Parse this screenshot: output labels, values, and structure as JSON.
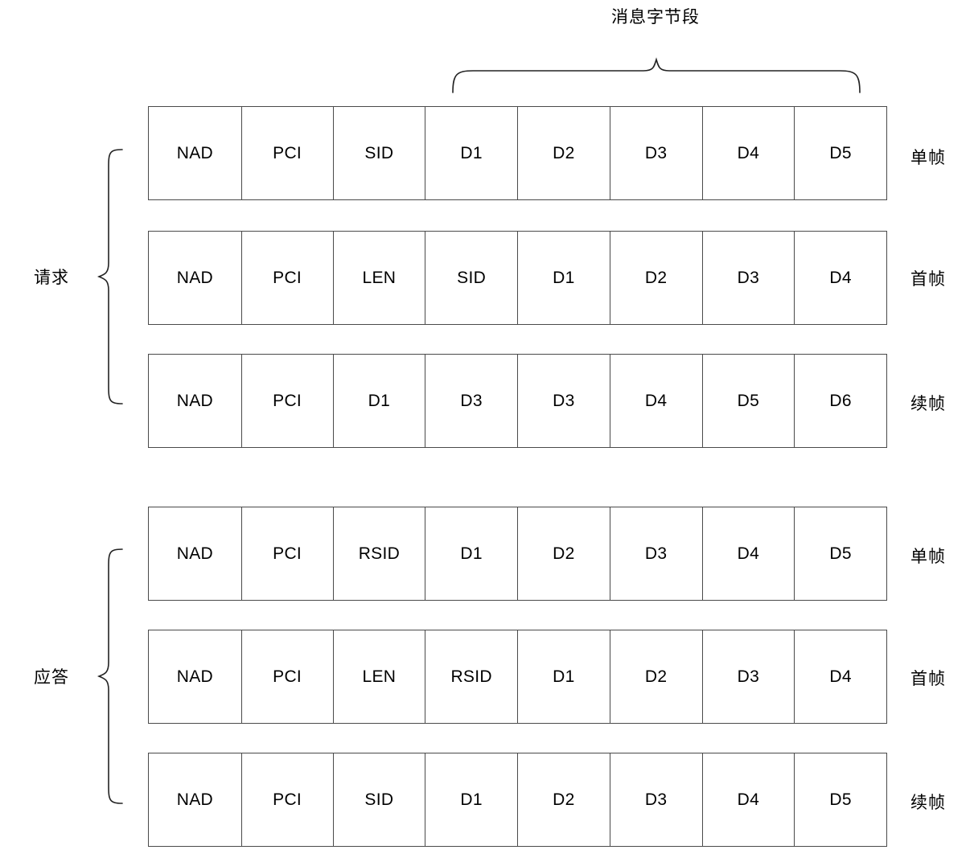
{
  "title": "消息字节段",
  "groups": [
    {
      "id": "request",
      "label": "请求",
      "rows": [
        {
          "id": "request-single-frame",
          "type_label": "单帧",
          "cells": [
            "NAD",
            "PCI",
            "SID",
            "D1",
            "D2",
            "D3",
            "D4",
            "D5"
          ]
        },
        {
          "id": "request-first-frame",
          "type_label": "首帧",
          "cells": [
            "NAD",
            "PCI",
            "LEN",
            "SID",
            "D1",
            "D2",
            "D3",
            "D4"
          ]
        },
        {
          "id": "request-consecutive-frame",
          "type_label": "续帧",
          "cells": [
            "NAD",
            "PCI",
            "D1",
            "D3",
            "D3",
            "D4",
            "D5",
            "D6"
          ]
        }
      ]
    },
    {
      "id": "response",
      "label": "应答",
      "rows": [
        {
          "id": "response-single-frame",
          "type_label": "单帧",
          "cells": [
            "NAD",
            "PCI",
            "RSID",
            "D1",
            "D2",
            "D3",
            "D4",
            "D5"
          ]
        },
        {
          "id": "response-first-frame",
          "type_label": "首帧",
          "cells": [
            "NAD",
            "PCI",
            "LEN",
            "RSID",
            "D1",
            "D2",
            "D3",
            "D4"
          ]
        },
        {
          "id": "response-consecutive-frame",
          "type_label": "续帧",
          "cells": [
            "NAD",
            "PCI",
            "SID",
            "D1",
            "D2",
            "D3",
            "D4",
            "D5"
          ]
        }
      ]
    }
  ],
  "colors": {
    "stroke": "#4a4a4a",
    "brace": "#222222",
    "text": "#000000",
    "background": "#ffffff"
  }
}
